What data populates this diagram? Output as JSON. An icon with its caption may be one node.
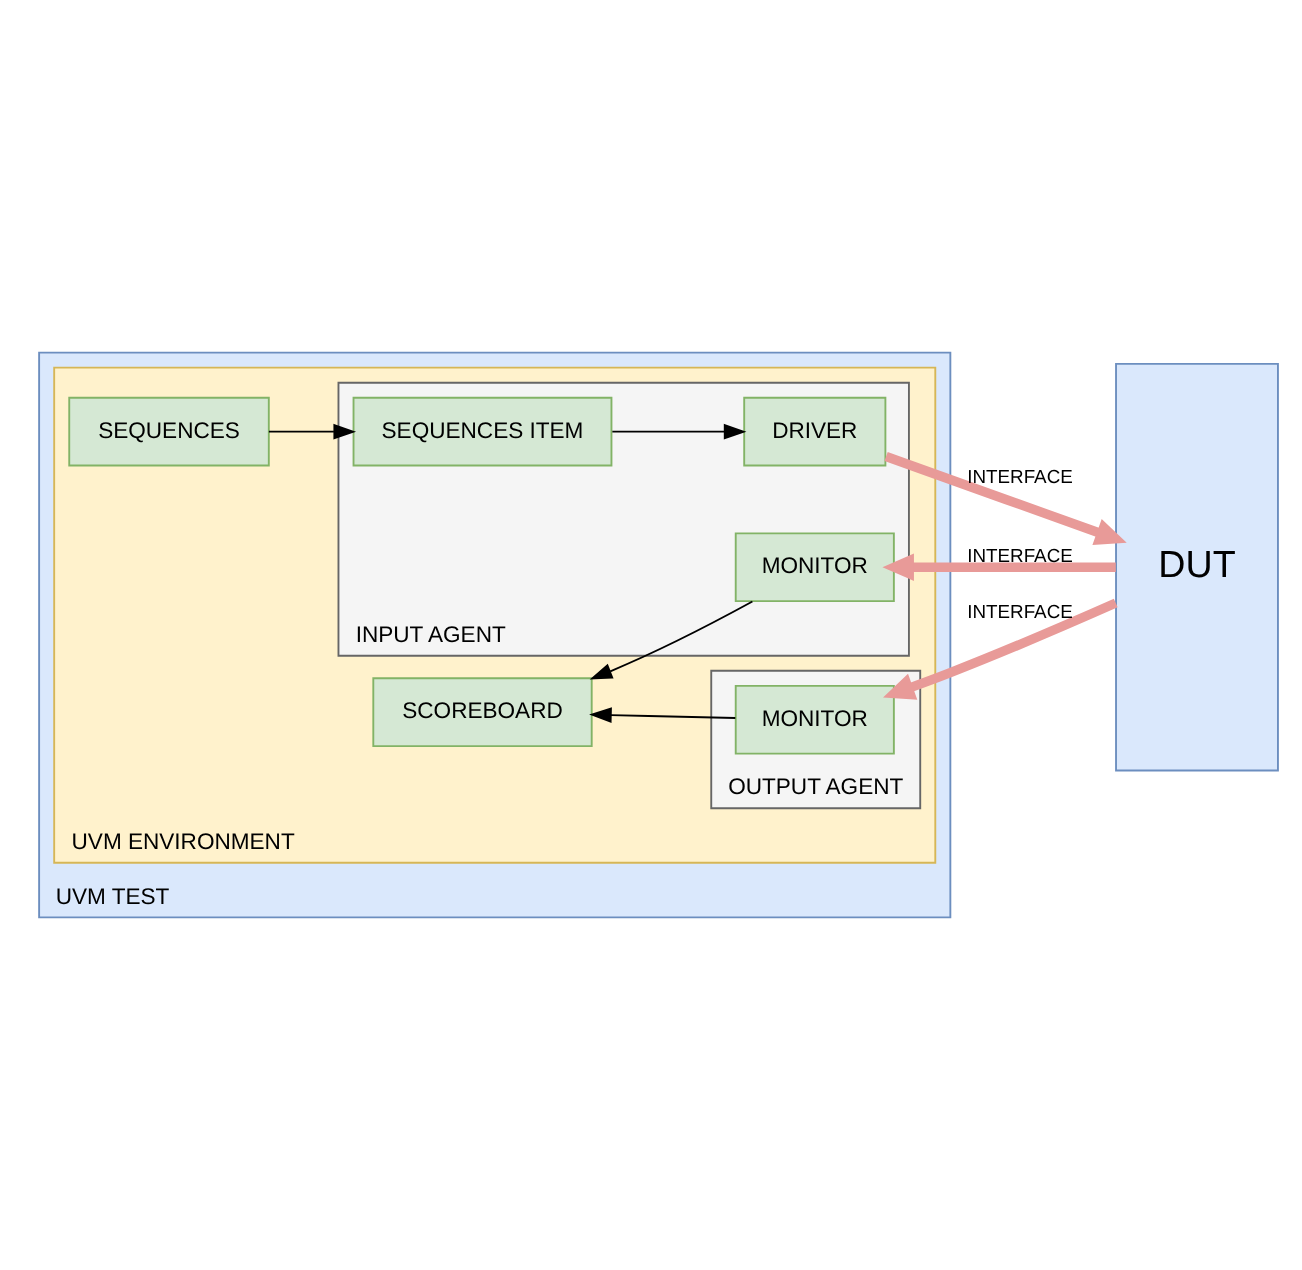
{
  "diagram": {
    "nodes": [
      {
        "text": [
          "UVM TEST"
        ]
      },
      {
        "text": [
          "UVM ENVIRONMENT"
        ],
        "in": 0
      },
      {
        "text": [
          "SEQUENCES"
        ],
        "in": 1
      },
      {
        "text": [
          "INPUT AGENT"
        ],
        "in": 1
      },
      {
        "text": [
          "SEQUENCES ITEM"
        ],
        "in": 3
      },
      {
        "text": [
          "DRIVER"
        ],
        "in": 3
      },
      {
        "text": [
          "MONITOR"
        ],
        "in": 3
      },
      {
        "text": [
          "SCOREBOARD"
        ],
        "in": 1
      },
      {
        "text": [
          "OUTPUT AGENT"
        ],
        "in": 1
      },
      {
        "text": [
          "MONITOR"
        ],
        "in": 8
      },
      {
        "text": [
          "DUT"
        ]
      }
    ],
    "edges": [
      {
        "from": 2,
        "to": 4,
        "arrow": "to"
      },
      {
        "from": 4,
        "to": 5,
        "arrow": "to"
      },
      {
        "from": 6,
        "to": 7,
        "arrow": "to"
      },
      {
        "from": 9,
        "to": 7,
        "arrow": "to"
      },
      {
        "from": 5,
        "to": 10,
        "arrow": "to",
        "label": "INTERFACE",
        "style": "thick",
        "color": "#e89a98"
      },
      {
        "from": 10,
        "to": 6,
        "arrow": "to",
        "label": "INTERFACE",
        "style": "thick",
        "color": "#e89a98"
      },
      {
        "from": 10,
        "to": 9,
        "arrow": "to",
        "label": "INTERFACE",
        "style": "thick",
        "color": "#e89a98"
      }
    ]
  }
}
